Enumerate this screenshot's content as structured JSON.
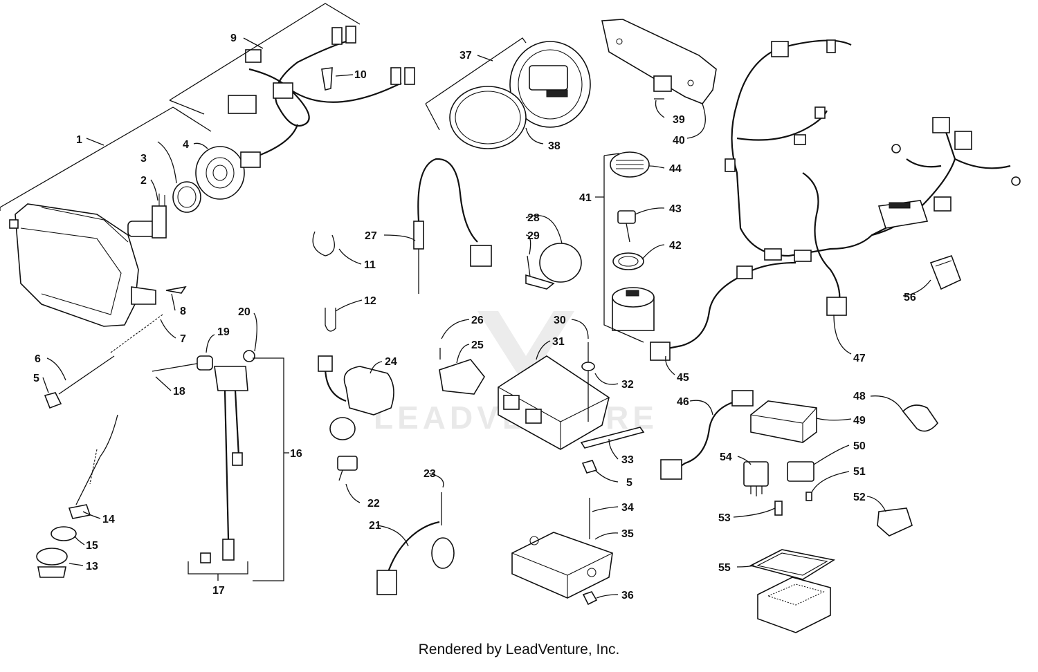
{
  "diagram": {
    "callouts": [
      {
        "id": "1",
        "label": "1"
      },
      {
        "id": "2",
        "label": "2"
      },
      {
        "id": "3",
        "label": "3"
      },
      {
        "id": "4",
        "label": "4"
      },
      {
        "id": "5",
        "label": "5"
      },
      {
        "id": "6",
        "label": "6"
      },
      {
        "id": "7",
        "label": "7"
      },
      {
        "id": "8",
        "label": "8"
      },
      {
        "id": "9",
        "label": "9"
      },
      {
        "id": "10",
        "label": "10"
      },
      {
        "id": "11",
        "label": "11"
      },
      {
        "id": "12",
        "label": "12"
      },
      {
        "id": "13",
        "label": "13"
      },
      {
        "id": "14",
        "label": "14"
      },
      {
        "id": "15",
        "label": "15"
      },
      {
        "id": "16",
        "label": "16"
      },
      {
        "id": "17",
        "label": "17"
      },
      {
        "id": "18",
        "label": "18"
      },
      {
        "id": "19",
        "label": "19"
      },
      {
        "id": "20",
        "label": "20"
      },
      {
        "id": "21",
        "label": "21"
      },
      {
        "id": "22",
        "label": "22"
      },
      {
        "id": "23",
        "label": "23"
      },
      {
        "id": "24",
        "label": "24"
      },
      {
        "id": "25",
        "label": "25"
      },
      {
        "id": "26",
        "label": "26"
      },
      {
        "id": "27",
        "label": "27"
      },
      {
        "id": "28",
        "label": "28"
      },
      {
        "id": "29",
        "label": "29"
      },
      {
        "id": "30",
        "label": "30"
      },
      {
        "id": "31",
        "label": "31"
      },
      {
        "id": "32",
        "label": "32"
      },
      {
        "id": "33",
        "label": "33"
      },
      {
        "id": "5b",
        "label": "5"
      },
      {
        "id": "34",
        "label": "34"
      },
      {
        "id": "35",
        "label": "35"
      },
      {
        "id": "36",
        "label": "36"
      },
      {
        "id": "37",
        "label": "37"
      },
      {
        "id": "38",
        "label": "38"
      },
      {
        "id": "39",
        "label": "39"
      },
      {
        "id": "40",
        "label": "40"
      },
      {
        "id": "41",
        "label": "41"
      },
      {
        "id": "42",
        "label": "42"
      },
      {
        "id": "43",
        "label": "43"
      },
      {
        "id": "44",
        "label": "44"
      },
      {
        "id": "45",
        "label": "45"
      },
      {
        "id": "46",
        "label": "46"
      },
      {
        "id": "47",
        "label": "47"
      },
      {
        "id": "48",
        "label": "48"
      },
      {
        "id": "49",
        "label": "49"
      },
      {
        "id": "50",
        "label": "50"
      },
      {
        "id": "51",
        "label": "51"
      },
      {
        "id": "52",
        "label": "52"
      },
      {
        "id": "53",
        "label": "53"
      },
      {
        "id": "54",
        "label": "54"
      },
      {
        "id": "55",
        "label": "55"
      },
      {
        "id": "56",
        "label": "56"
      }
    ],
    "watermark": "LEADVENTURE"
  },
  "footer": {
    "text": "Rendered by LeadVenture, Inc."
  }
}
